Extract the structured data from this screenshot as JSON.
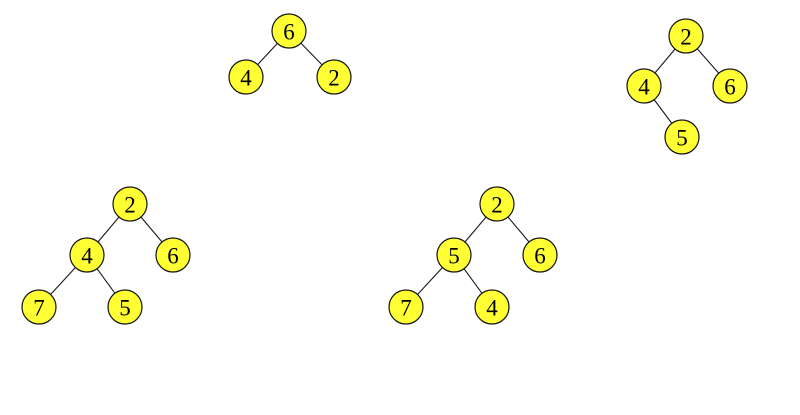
{
  "colors": {
    "node_fill": "#ffff33",
    "node_stroke": "#111111",
    "edge": "#1a1a1a",
    "text": "#000000",
    "background": "#ffffff"
  },
  "trees": [
    {
      "id": "tree-1",
      "nodes": [
        {
          "id": "a",
          "label": "6"
        },
        {
          "id": "b",
          "label": "4"
        },
        {
          "id": "c",
          "label": "2"
        }
      ],
      "edges": [
        [
          "a",
          "b"
        ],
        [
          "a",
          "c"
        ]
      ]
    },
    {
      "id": "tree-2",
      "nodes": [
        {
          "id": "a",
          "label": "2"
        },
        {
          "id": "b",
          "label": "4"
        },
        {
          "id": "c",
          "label": "6"
        },
        {
          "id": "d",
          "label": "5"
        }
      ],
      "edges": [
        [
          "a",
          "b"
        ],
        [
          "a",
          "c"
        ],
        [
          "b",
          "d"
        ]
      ]
    },
    {
      "id": "tree-3",
      "nodes": [
        {
          "id": "a",
          "label": "2"
        },
        {
          "id": "b",
          "label": "4"
        },
        {
          "id": "c",
          "label": "6"
        },
        {
          "id": "d",
          "label": "7"
        },
        {
          "id": "e",
          "label": "5"
        }
      ],
      "edges": [
        [
          "a",
          "b"
        ],
        [
          "a",
          "c"
        ],
        [
          "b",
          "d"
        ],
        [
          "b",
          "e"
        ]
      ]
    },
    {
      "id": "tree-4",
      "nodes": [
        {
          "id": "a",
          "label": "2"
        },
        {
          "id": "b",
          "label": "5"
        },
        {
          "id": "c",
          "label": "6"
        },
        {
          "id": "d",
          "label": "7"
        },
        {
          "id": "e",
          "label": "4"
        }
      ],
      "edges": [
        [
          "a",
          "b"
        ],
        [
          "a",
          "c"
        ],
        [
          "b",
          "d"
        ],
        [
          "b",
          "e"
        ]
      ]
    }
  ]
}
